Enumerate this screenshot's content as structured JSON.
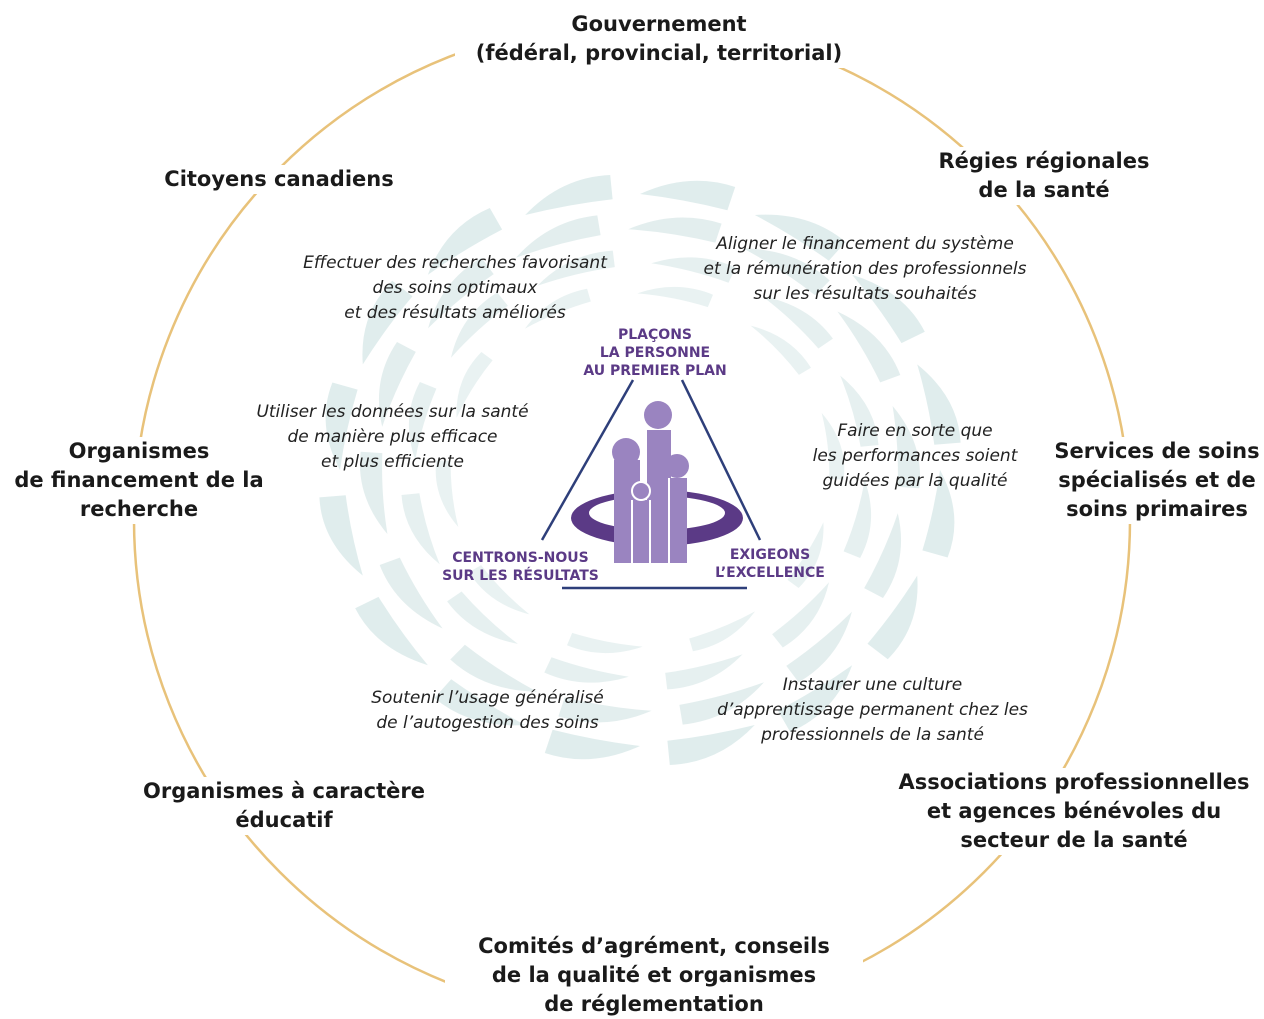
{
  "colors": {
    "ring": "#e8c27a",
    "swirl": "#c7dede",
    "purple_dark": "#5b3a86",
    "purple_light": "#9a84c0",
    "triangle": "#2e3f7a",
    "stakeholder_text": "#1a1a1a",
    "strategy_text": "#222222"
  },
  "icon": "people-bar-chart-icon",
  "stakeholders": {
    "top": "Gouvernement\n(fédéral, provincial, territorial)",
    "upper_left": "Citoyens canadiens",
    "upper_right": "Régies régionales\nde la santé",
    "left": "Organismes\nde financement de la\nrecherche",
    "right": "Services de soins\nspécialisés et de\nsoins primaires",
    "lower_left": "Organismes à caractère\néducatif",
    "lower_right": "Associations professionnelles\net agences bénévoles du\nsecteur de la santé",
    "bottom": "Comités d’agrément, conseils\nde la qualité et organismes\nde réglementation"
  },
  "strategies": {
    "research": "Effectuer des recherches favorisant\ndes soins optimaux\net des résultats améliorés",
    "funding": "Aligner le financement du système\net la rémunération des professionnels\nsur les résultats souhaités",
    "data": "Utiliser les données sur la santé\nde manière plus efficace\net plus efficiente",
    "quality": "Faire en sorte que\nles performances soient\nguidées par la qualité",
    "self_management": "Soutenir l’usage généralisé\nde l’autogestion des soins",
    "learning": "Instaurer une culture\nd’apprentissage permanent chez les\nprofessionnels de la santé"
  },
  "principles": {
    "top": "PLAÇONS\nLA PERSONNE\nAU PREMIER PLAN",
    "left": "CENTRONS-NOUS\nSUR LES RÉSULTATS",
    "right": "EXIGEONS\nL’EXCELLENCE"
  }
}
